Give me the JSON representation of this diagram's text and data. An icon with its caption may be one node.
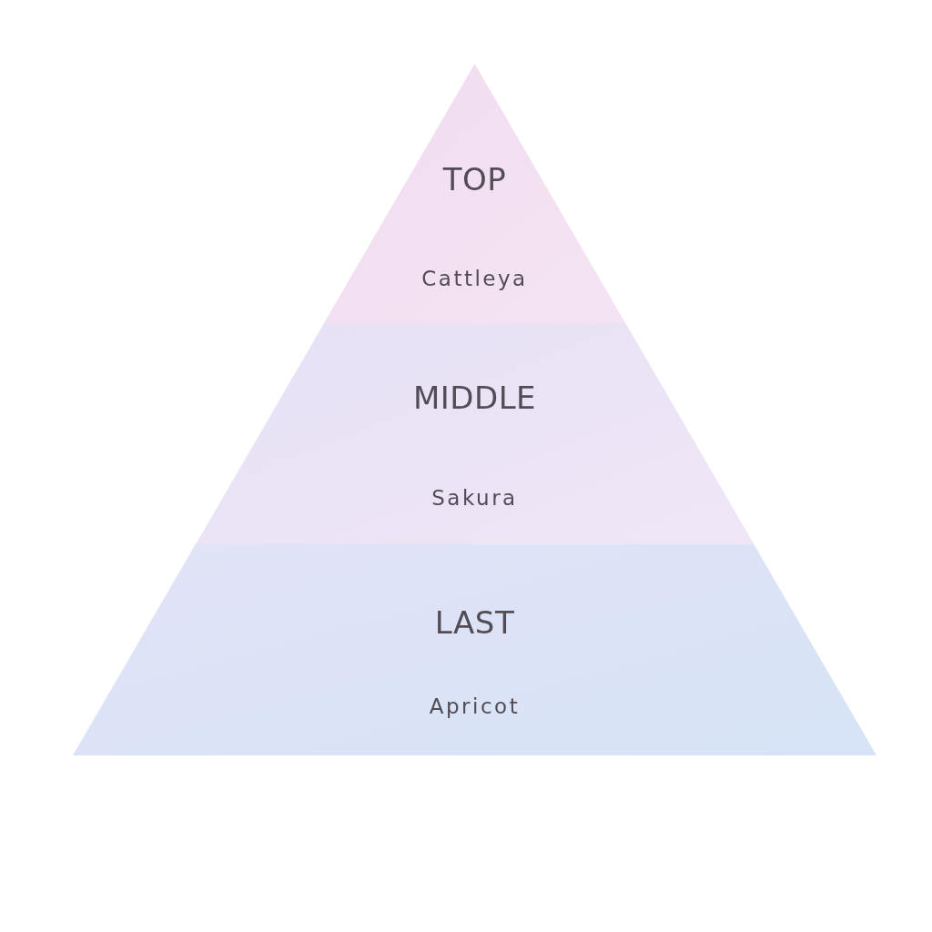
{
  "diagram": {
    "nodes": [
      {
        "text": [
          "TOP",
          "Cattleya"
        ]
      },
      {
        "text": [
          "MIDDLE",
          "Sakura"
        ]
      },
      {
        "text": [
          "LAST",
          "Apricot"
        ]
      }
    ]
  }
}
